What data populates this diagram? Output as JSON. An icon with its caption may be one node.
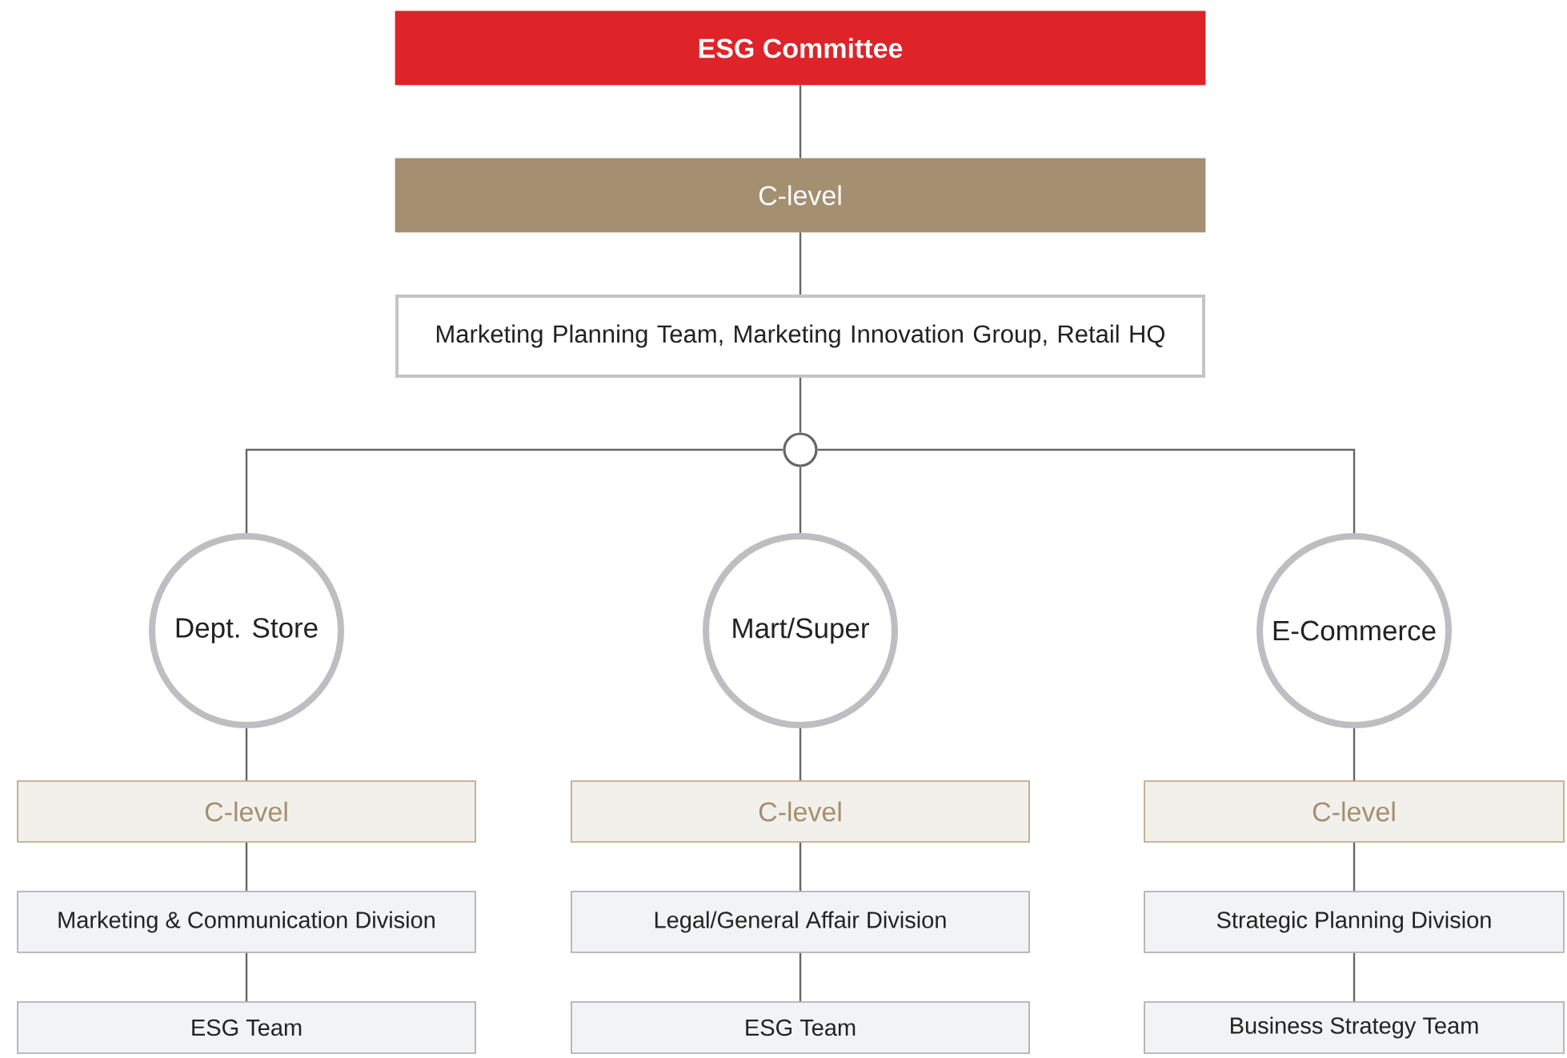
{
  "diagram": {
    "nodes": [
      {
        "text": [
          "ESG Committee"
        ]
      },
      {
        "text": [
          "C-level"
        ]
      },
      {
        "text": [
          "Marketing Planning Team, Marketing Innovation Group, Retail HQ"
        ]
      },
      {
        "text": [],
        "shape": "circle"
      },
      {
        "text": [
          "Dept. Store"
        ]
      },
      {
        "text": [
          "Mart/Super"
        ]
      },
      {
        "text": [
          "E-Commerce"
        ]
      },
      {
        "text": [
          "C-level"
        ]
      },
      {
        "text": [
          "Marketing & Communication Division"
        ]
      },
      {
        "text": [
          "ESG Team"
        ]
      },
      {
        "text": [
          "C-level"
        ]
      },
      {
        "text": [
          "Legal/General Affair Division"
        ]
      },
      {
        "text": [
          "ESG Team"
        ]
      },
      {
        "text": [
          "C-level"
        ]
      },
      {
        "text": [
          "Strategic Planning Division"
        ]
      },
      {
        "text": [
          "Business Strategy Team"
        ]
      }
    ],
    "edges": [
      {
        "from": 0,
        "to": 1,
        "arrow": "none"
      },
      {
        "from": 1,
        "to": 2,
        "arrow": "none"
      },
      {
        "from": 2,
        "to": 3,
        "arrow": "none"
      },
      {
        "from": 3,
        "to": 4,
        "arrow": "none"
      },
      {
        "from": 3,
        "to": 5,
        "arrow": "none"
      },
      {
        "from": 3,
        "to": 6,
        "arrow": "none"
      },
      {
        "from": 4,
        "to": 7,
        "arrow": "none"
      },
      {
        "from": 7,
        "to": 8,
        "arrow": "none"
      },
      {
        "from": 8,
        "to": 9,
        "arrow": "none"
      },
      {
        "from": 5,
        "to": 10,
        "arrow": "none"
      },
      {
        "from": 10,
        "to": 11,
        "arrow": "none"
      },
      {
        "from": 11,
        "to": 12,
        "arrow": "none"
      },
      {
        "from": 6,
        "to": 13,
        "arrow": "none"
      },
      {
        "from": 13,
        "to": 14,
        "arrow": "none"
      },
      {
        "from": 14,
        "to": 15,
        "arrow": "none"
      }
    ]
  }
}
